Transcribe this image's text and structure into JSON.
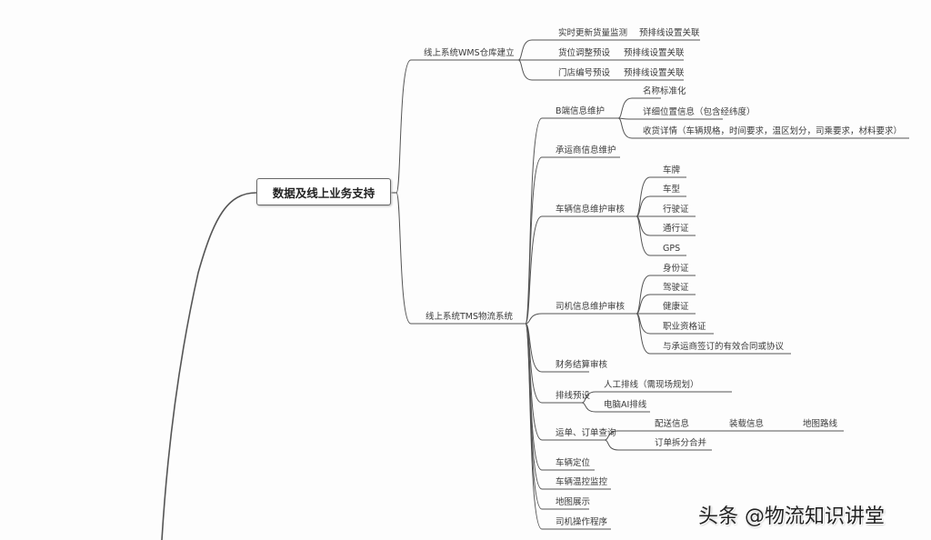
{
  "root": "数据及线上业务支持",
  "wms": {
    "label": "线上系统WMS仓库建立",
    "children": [
      {
        "label": "实时更新货量监测",
        "sub": "预排线设置关联"
      },
      {
        "label": "货位调整预设",
        "sub": "预排线设置关联"
      },
      {
        "label": "门店编号预设",
        "sub": "预排线设置关联"
      }
    ]
  },
  "tms": {
    "label": "线上系统TMS物流系统",
    "b_end": {
      "label": "B端信息维护",
      "children": [
        "名称标准化",
        "详细位置信息（包含经纬度）",
        "收货详情（车辆规格，时间要求，温区划分，司乘要求，材料要求）"
      ]
    },
    "carrier": "承运商信息维护",
    "vehicle": {
      "label": "车辆信息维护审核",
      "children": [
        "车牌",
        "车型",
        "行驶证",
        "通行证",
        "GPS"
      ]
    },
    "driver": {
      "label": "司机信息维护审核",
      "children": [
        "身份证",
        "驾驶证",
        "健康证",
        "职业资格证",
        "与承运商签订的有效合同或协议"
      ]
    },
    "finance": "财务结算审核",
    "routing": {
      "label": "排线预设",
      "children": [
        "人工排线（需现场规划）",
        "电脑AI排线"
      ]
    },
    "orders": {
      "label": "运单、订单查询",
      "delivery": "配送信息",
      "loading": "装载信息",
      "map_route": "地图路线",
      "split": "订单拆分合并"
    },
    "locate": "车辆定位",
    "temp": "车辆温控监控",
    "map": "地图展示",
    "driver_app": "司机操作程序"
  },
  "watermark": "头条 @物流知识讲堂"
}
